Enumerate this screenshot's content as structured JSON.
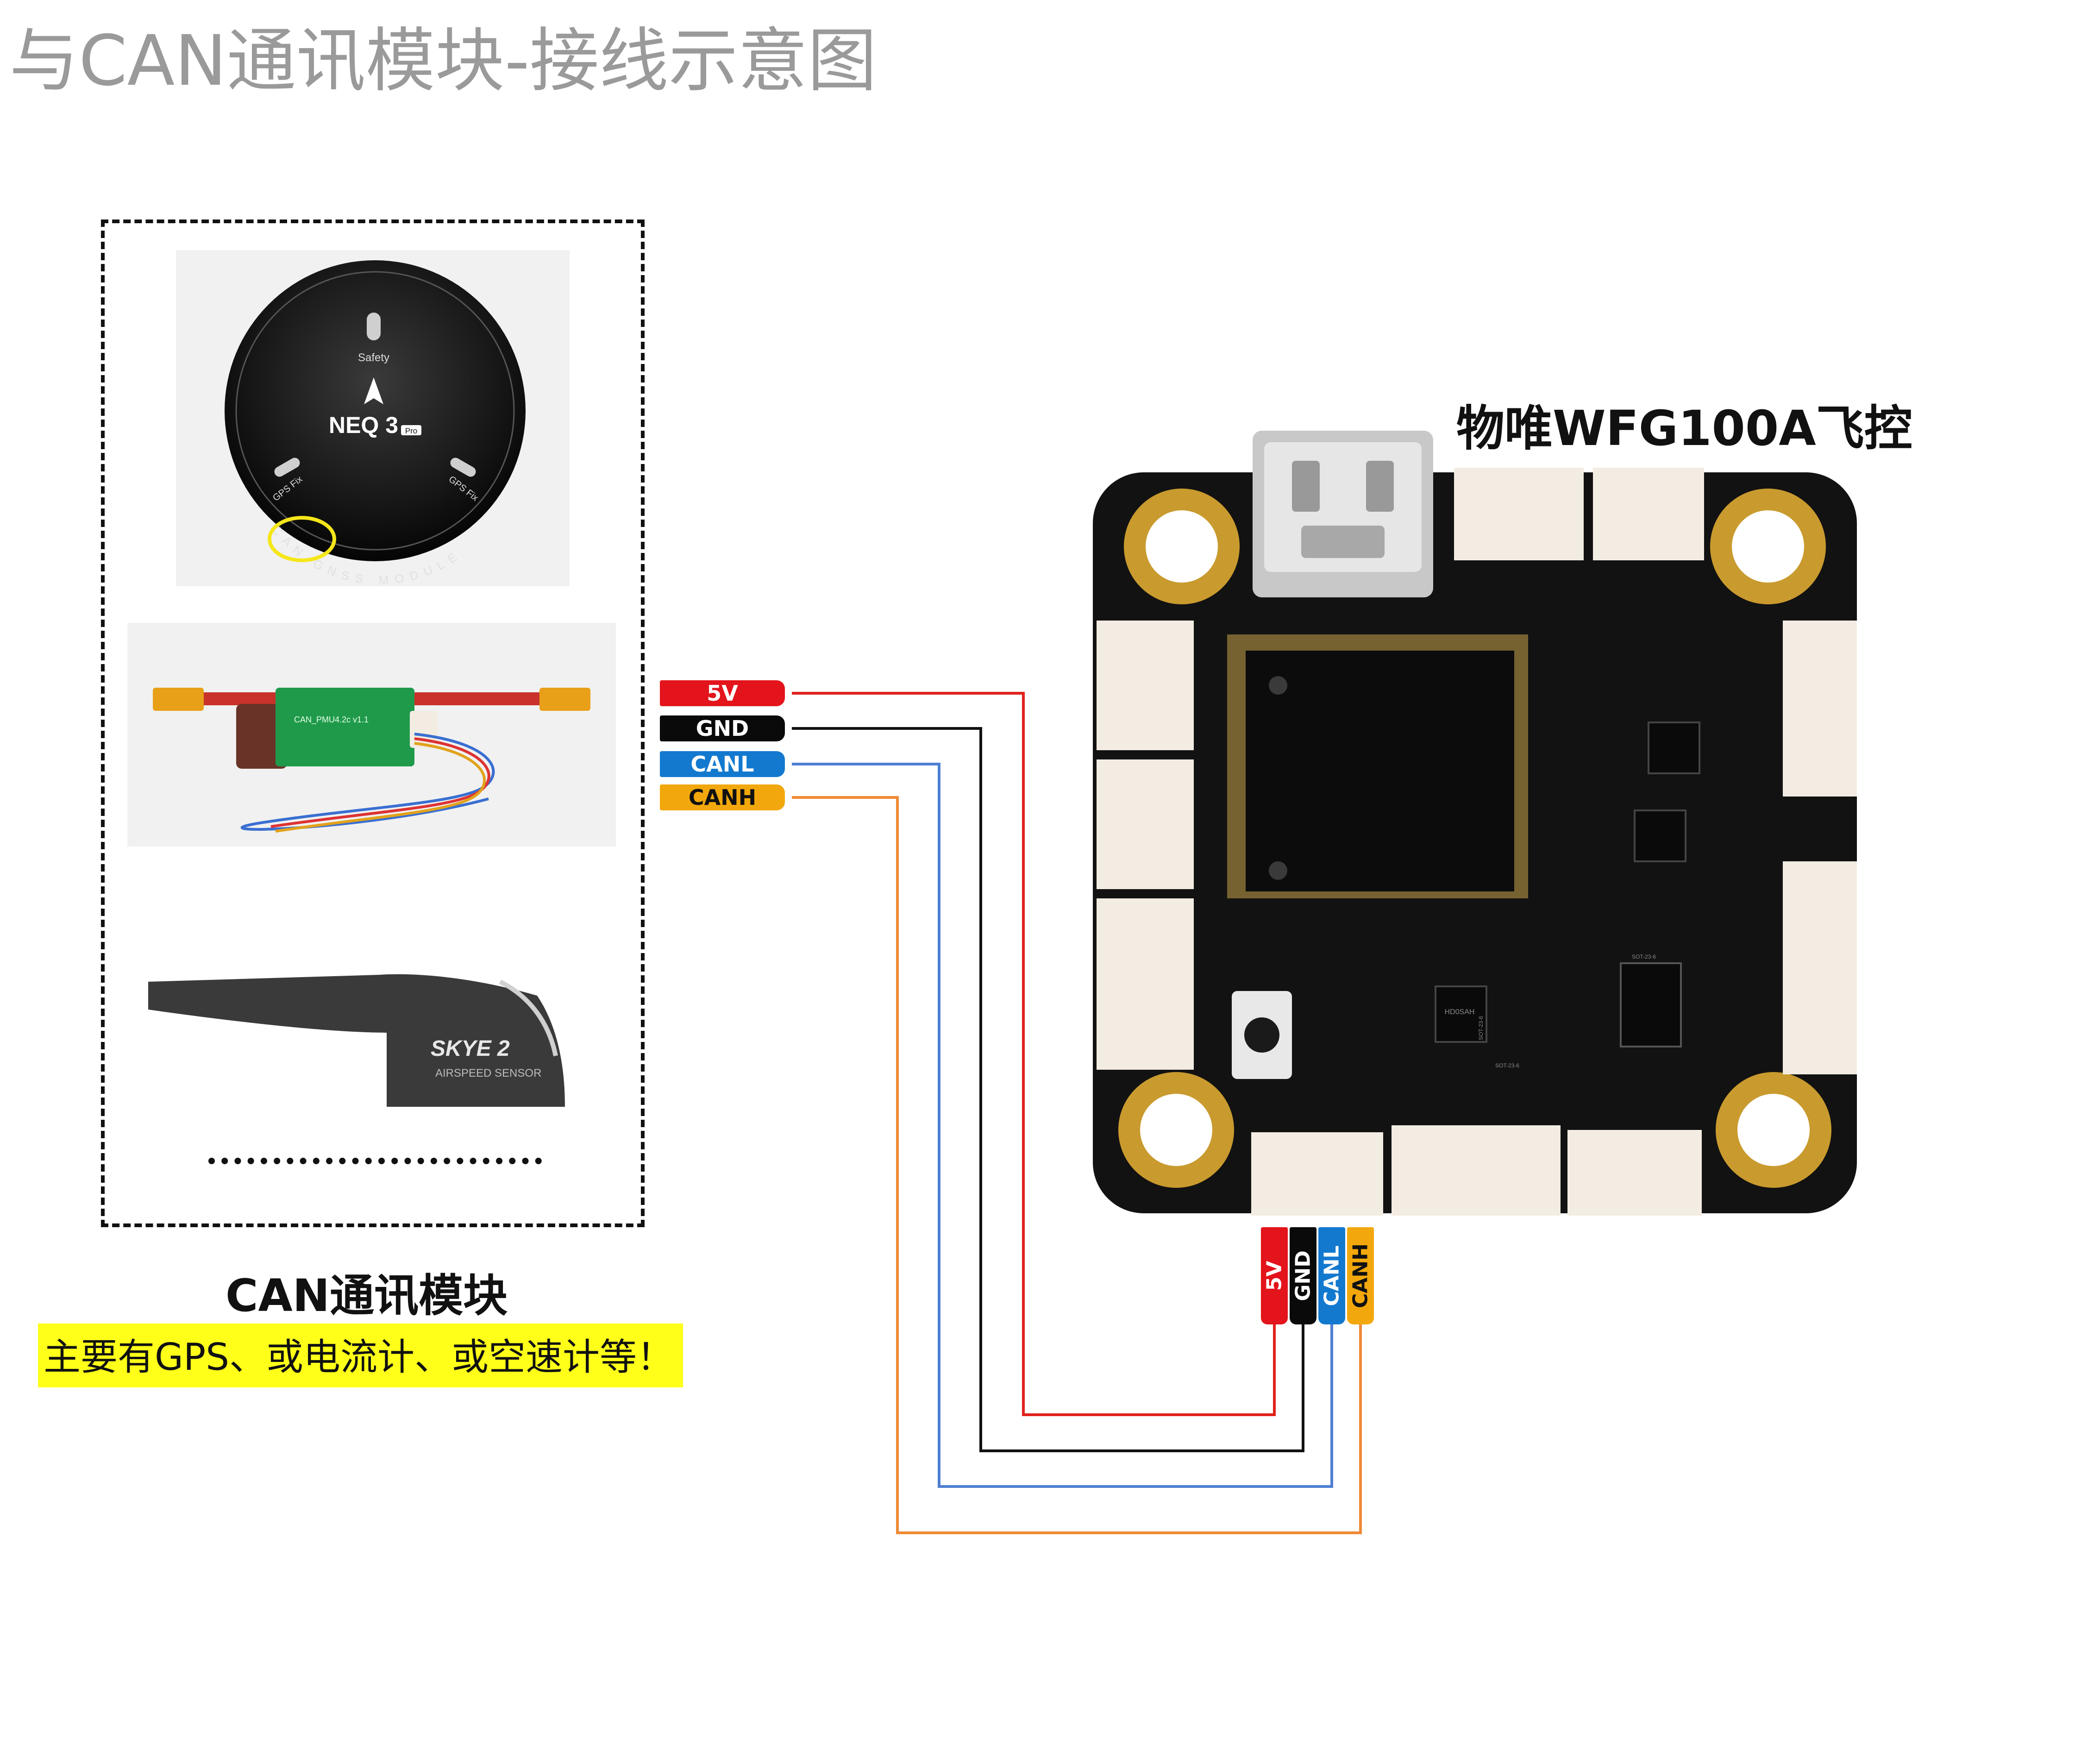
{
  "title": "与CAN通讯模块-接线示意图",
  "modules": {
    "gps_badge": {
      "safety": "Safety",
      "name": "NEQ 3",
      "name_suffix": "Pro",
      "gps_fix_left": "GPS Fix",
      "gps_fix_right": "GPS Fix",
      "ring_text": "CAN  GNSS MODULE"
    },
    "power_module": {
      "pcb_text": "CAN_PMU4.2c v1.1"
    },
    "airspeed": {
      "brand": "SKYE 2",
      "subtitle": "AIRSPEED SENSOR"
    },
    "ellipsis": "...........................",
    "caption": "CAN通讯模块",
    "note": "主要有GPS、或电流计、或空速计等！"
  },
  "board": {
    "label": "物唯WFG100A飞控",
    "chip_marks": [
      "SOT-23-6",
      "HD0SAH",
      "SOT-23-6",
      "SOT-23-6"
    ]
  },
  "wires": [
    {
      "label": "5V",
      "color": "#e3141b",
      "text_color": "#ffffff"
    },
    {
      "label": "GND",
      "color": "#0a0a0a",
      "text_color": "#ffffff"
    },
    {
      "label": "CANL",
      "color": "#1379cf",
      "text_color": "#ffffff"
    },
    {
      "label": "CANH",
      "color": "#f2a80c",
      "text_color": "#111111"
    }
  ],
  "line_colors": {
    "5V": "#e0221a",
    "GND": "#111111",
    "CANL": "#4f7fd3",
    "CANH": "#ef8a35"
  }
}
